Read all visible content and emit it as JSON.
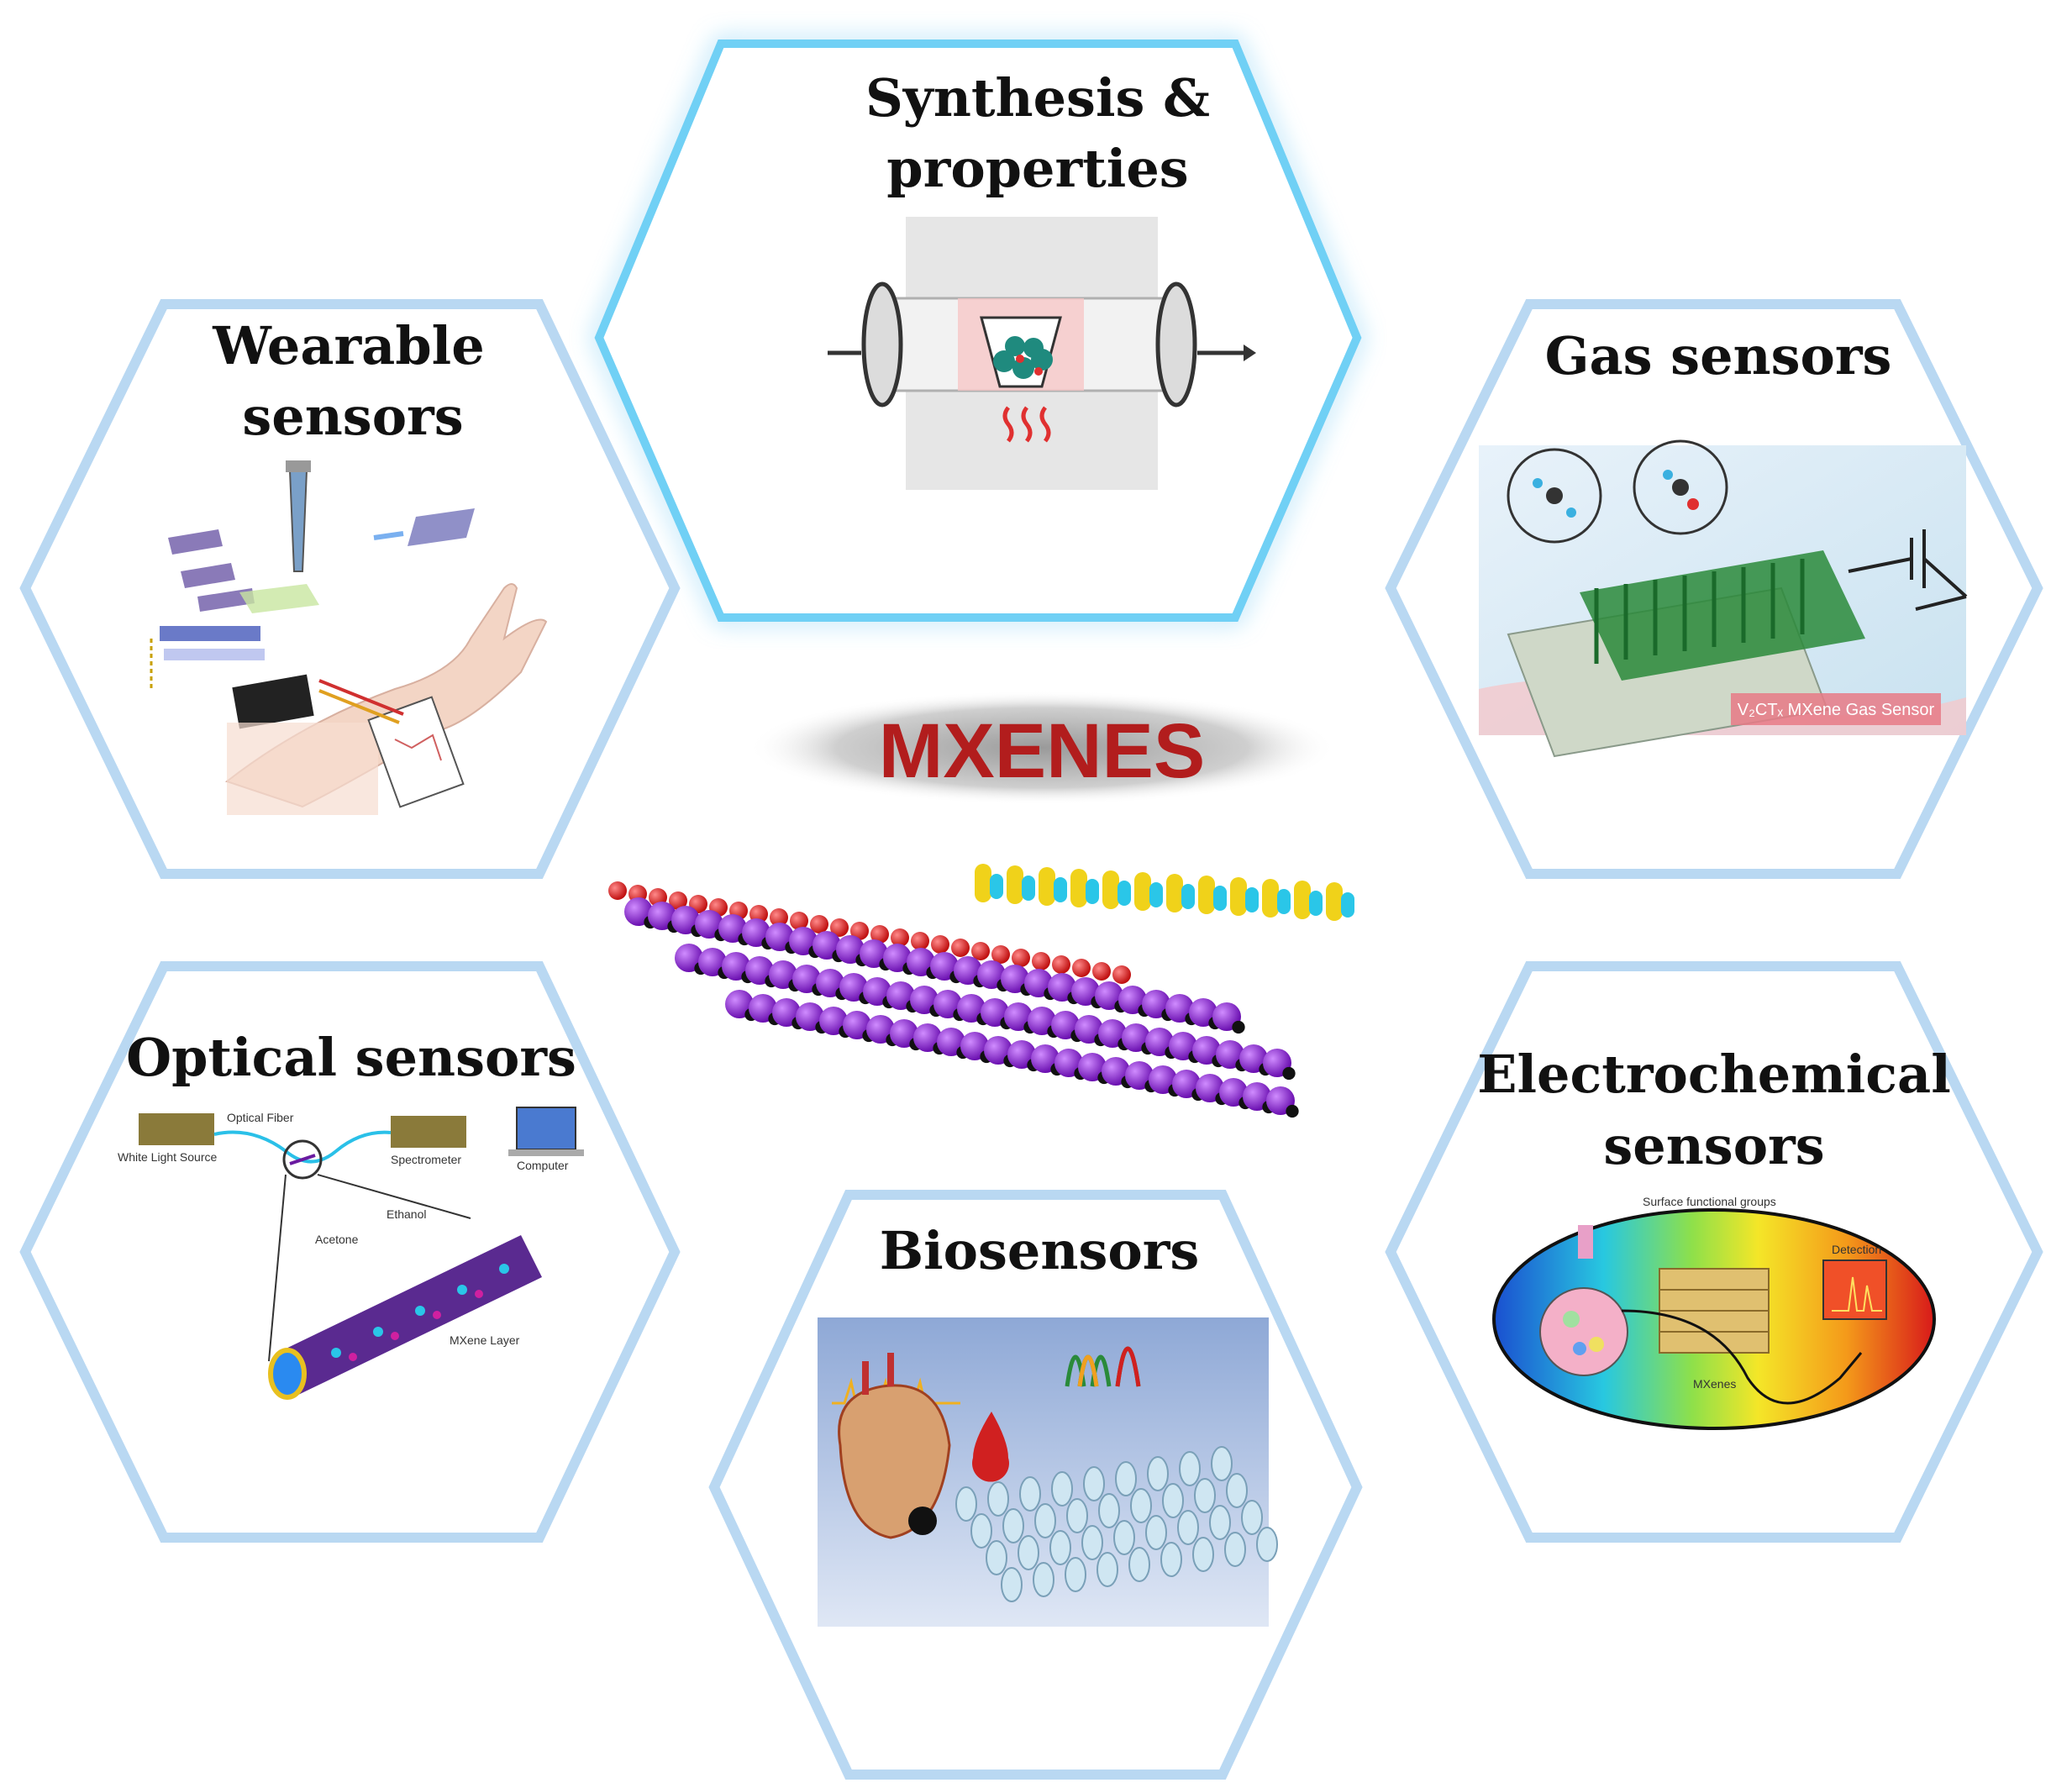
{
  "center": {
    "title": "MXENES"
  },
  "panels": {
    "synthesis": {
      "title_line1": "Synthesis &",
      "title_line2": "properties"
    },
    "wearable": {
      "title_line1": "Wearable",
      "title_line2": "sensors"
    },
    "gas": {
      "title": "Gas sensors",
      "caption": "V₂CTₓ MXene Gas Sensor"
    },
    "optical": {
      "title": "Optical sensors",
      "labels": [
        "Optical Fiber",
        "White Light Source",
        "Spectrometer",
        "Computer",
        "Acetone",
        "Ethanol",
        "MXene Layer"
      ]
    },
    "electrochemical": {
      "title_line1": "Electrochemical",
      "title_line2": "sensors",
      "labels": [
        "Surface functional groups",
        "Detection",
        "MXenes"
      ]
    },
    "biosensors": {
      "title": "Biosensors"
    }
  },
  "colors": {
    "hex_border": "#b9d8f2",
    "hex_highlight": "#6fd0f5",
    "center_title": "#b21d1d",
    "atom_purple": "#8a1fd0",
    "atom_red": "#e02020",
    "atom_yellow": "#f0d21a",
    "atom_cyan": "#2ac6e8"
  }
}
